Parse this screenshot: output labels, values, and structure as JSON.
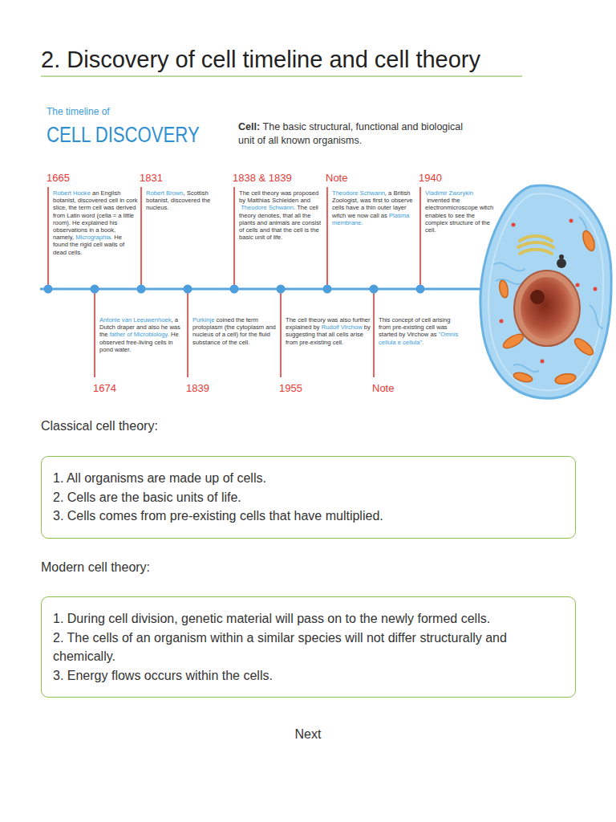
{
  "diagram": {
    "title": "2. Discovery of cell timeline and cell theory",
    "nodes": [
      {
        "text": [
          "1. All organisms are made up of cells.",
          "2. Cells are the basic units of life.",
          "3. Cells comes from pre-existing cells that have multiplied."
        ]
      },
      {
        "text": [
          "1. During cell division, genetic material will pass on to the newly formed cells.",
          "2. The cells of an organism within a similar species will not differ structurally and chemically.",
          "3. Energy flows occurs within the cells."
        ]
      }
    ],
    "labels": [
      "The timeline of",
      "CELL DISCOVERY",
      "Cell:",
      "The basic structural, functional and biological unit of all known organisms.",
      "1665",
      "1831",
      "1838 & 1839",
      "Note",
      "1940",
      "1674",
      "1839",
      "1955",
      "Note",
      "Robert Hooke",
      "an English botanist, discovered cell in cork slice, the term cell was derived from Latin word (cella = a little room). He explained his observations in a book, namely,",
      "Micrographia.",
      "He found the rigid cell walls of dead cells.",
      "Robert Brown",
      ", Scottish botanist, discovered the nucleus.",
      "The cell theory was proposed by Matthias Schleiden and",
      "Theodore Schwann.",
      "The cell theory denotes, that all the plants and animals are consist of cells and that the cell is the basic unit of life.",
      "Theodore Schwann",
      ", a British Zoologist, was first to observe cells have a thin outer layer witch we now call as",
      "Plasma membrane.",
      "Vladimir Zworykin",
      "invented the electronmicroscope witch enables to see the complex structure of the cell.",
      "Antonie van Leeuwenhoek",
      ", a Dutch draper and also he was the",
      "father of Microbiology.",
      "He observed free-living cells in pond water.",
      "Purkinje",
      "coined the term protoplasm (the cytoplasm and nucleus of a cell) for the fluid substance of the cell.",
      "The cell theory was also further explained by",
      "Rudolf Virchow",
      "by suggesting that all cells arise from pre-existing cell.",
      "This concept of cell arising from pre-existing cell was started by Virchow as",
      "\"Omnis cellula e cellula\".",
      "Classical cell theory:",
      "Modern cell theory:",
      "Next"
    ]
  }
}
